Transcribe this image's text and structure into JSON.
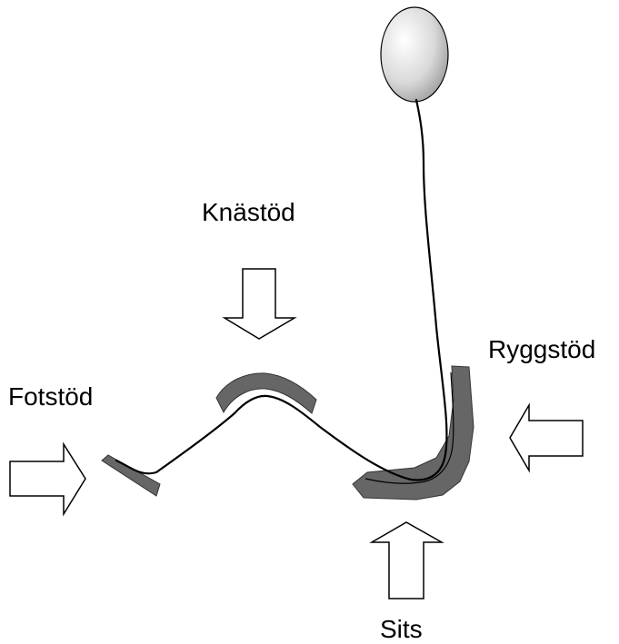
{
  "labels": {
    "knee_support": "Knästöd",
    "foot_support": "Fotstöd",
    "back_support": "Ryggstöd",
    "seat": "Sits"
  },
  "colors": {
    "pad": "#666666",
    "arrow_fill": "#ffffff",
    "line": "#000000",
    "head_gradient_light": "#ffffff",
    "head_gradient_dark": "#9a9a9a"
  }
}
